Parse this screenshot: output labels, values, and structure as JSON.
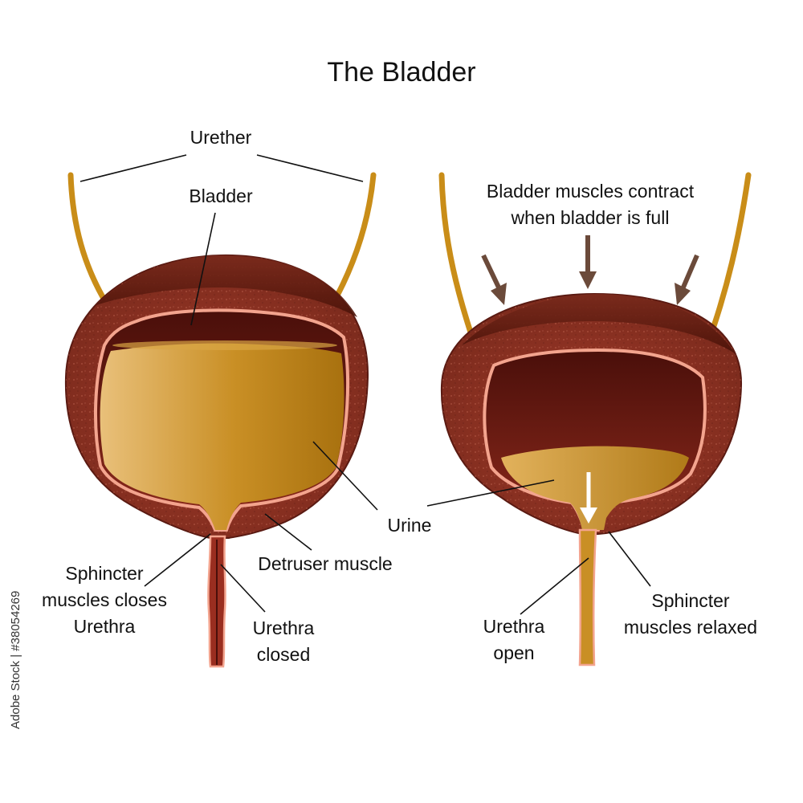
{
  "title": "The Bladder",
  "left_labels": {
    "urether": "Urether",
    "bladder": "Bladder",
    "urine": "Urine",
    "detruser_muscle": "Detruser muscle",
    "sphincter_line1": "Sphincter",
    "sphincter_line2": "muscles closes",
    "sphincter_line3": "Urethra",
    "urethra_line1": "Urethra",
    "urethra_line2": "closed"
  },
  "right_labels": {
    "contract_line1": "Bladder muscles contract",
    "contract_line2": "when bladder is full",
    "urethra_line1": "Urethra",
    "urethra_line2": "open",
    "sphincter_line1": "Sphincter",
    "sphincter_line2": "muscles relaxed"
  },
  "watermark": "Adobe Stock | #38054269",
  "colors": {
    "muscle": "#8a2f22",
    "muscle_dark": "#5a1a12",
    "lining": "#f3a48e",
    "urine": "#c98f25",
    "urine_light": "#e2b25c",
    "ureter": "#c98d18",
    "arrow": "#6b4a3a"
  }
}
